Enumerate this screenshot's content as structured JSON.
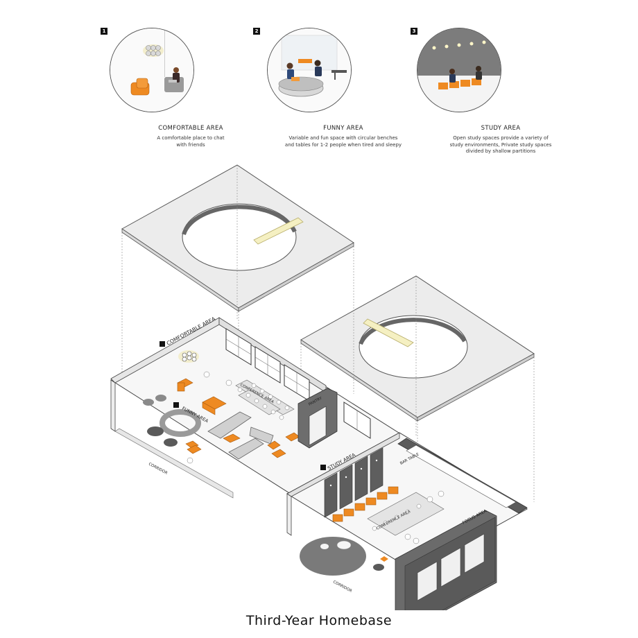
{
  "vignettes": [
    {
      "num": "1",
      "title": "COMFORTABLE AREA",
      "desc": "A comfortable place to chat\nwith friends"
    },
    {
      "num": "2",
      "title": "FUNNY AREA",
      "desc": "Variable and fun space with circular benches\nand tables for 1-2 people when tired and sleepy"
    },
    {
      "num": "3",
      "title": "STUDY AREA",
      "desc": "Open study spaces provide a variety of\nstudy environments, Private study spaces\ndivided by shallow partitions"
    }
  ],
  "plan_labels": {
    "comfortable_area": "COMFORTABLE AREA",
    "funny_area": "FUNNY AREA",
    "conference_area_1": "CONFERENCE AREA",
    "pantry": "PANTRY",
    "corridor_1": "CORRIDOR",
    "study_area": "STUDY AREA",
    "bar_table": "BAR TABLE",
    "conference_area_2": "CONFERENCE AREA",
    "focus_area": "FOCUS AREA",
    "corridor_2": "CORRIDOR",
    "marker_1": "1",
    "marker_2": "2"
  },
  "main_title": "Third-Year Homebase",
  "colors": {
    "accent_orange": "#ee8a22",
    "roof_grey": "#ececec",
    "dark_grey": "#6d6d6d",
    "skylight_yellow": "#f5f0c2"
  }
}
